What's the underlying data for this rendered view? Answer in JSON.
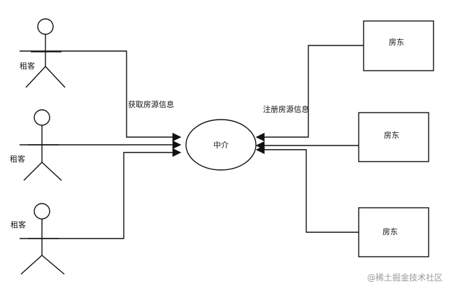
{
  "tenants": [
    {
      "label": "租客"
    },
    {
      "label": "租客"
    },
    {
      "label": "租客"
    }
  ],
  "agency": {
    "label": "中介"
  },
  "landlords": [
    {
      "label": "房东"
    },
    {
      "label": "房东"
    },
    {
      "label": "房东"
    }
  ],
  "flows": {
    "tenant_to_agency": "获取房源信息",
    "landlord_to_agency": "注册房源信息"
  },
  "watermark": "@稀土掘金技术社区"
}
